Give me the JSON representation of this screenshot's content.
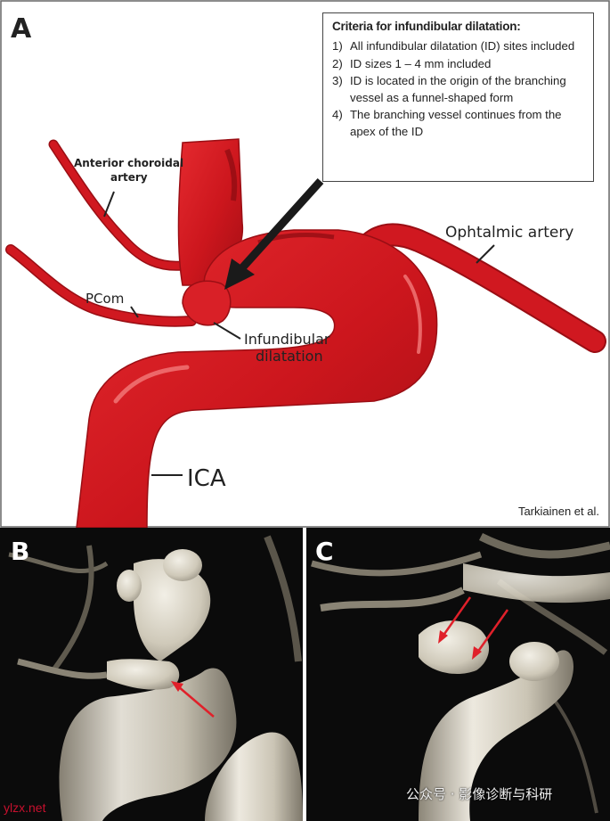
{
  "panels": {
    "a_letter": "A",
    "b_letter": "B",
    "c_letter": "C"
  },
  "criteria": {
    "title": "Criteria for infundibular dilatation:",
    "items": [
      {
        "num": "1)",
        "text": "All infundibular dilatation (ID) sites included"
      },
      {
        "num": "2)",
        "text": "ID sizes 1 – 4 mm included"
      },
      {
        "num": "3)",
        "text": "ID is located in the origin of the branching vessel as a funnel-shaped form"
      },
      {
        "num": "4)",
        "text": "The branching vessel continues from the apex of the ID"
      }
    ]
  },
  "labels": {
    "anterior_choroidal_1": "Anterior choroidal",
    "anterior_choroidal_2": "artery",
    "pcom": "PCom",
    "infundibular_1": "Infundibular",
    "infundibular_2": "dilatation",
    "ophthalmic": "Ophtalmic artery",
    "ica": "ICA"
  },
  "source": "Tarkiainen et al.",
  "watermark": {
    "left": "ylzx.net",
    "right": "公众号 · 影像诊断与科研"
  },
  "colors": {
    "artery_red": "#d01820",
    "artery_dark": "#9a0e14",
    "arrow_black": "#1a1a1a",
    "annotation_arrow_red": "#e0202a",
    "angio_bg": "#0b0b0b",
    "vessel_bone": "#d9d4c6"
  }
}
